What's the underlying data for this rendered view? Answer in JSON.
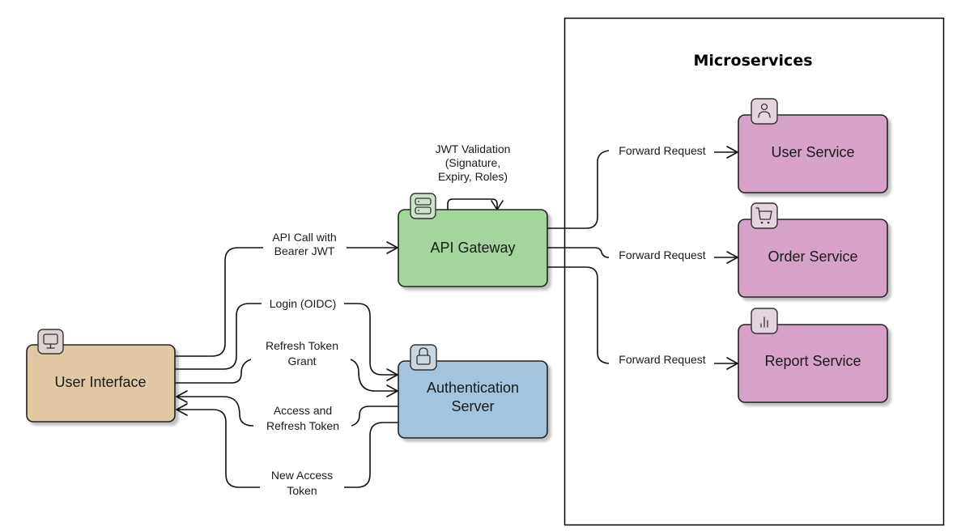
{
  "group": {
    "title": "Microservices"
  },
  "nodes": {
    "user_interface": {
      "label": "User Interface",
      "icon": "monitor-icon",
      "color": "#dfc8a3",
      "tab_color": "#ddd2d0"
    },
    "api_gateway": {
      "label": "API Gateway",
      "icon": "server-icon",
      "color": "#a3d59c",
      "tab_color": "#cfe2cb"
    },
    "auth_server": {
      "label_line1": "Authentication",
      "label_line2": "Server",
      "icon": "lock-icon",
      "color": "#a3c4dc",
      "tab_color": "#cbd8e2"
    },
    "user_service": {
      "label": "User Service",
      "icon": "user-icon",
      "color": "#d7a2c8",
      "tab_color": "#e6d3e0"
    },
    "order_service": {
      "label": "Order Service",
      "icon": "cart-icon",
      "color": "#d7a2c8",
      "tab_color": "#e6d3e0"
    },
    "report_service": {
      "label": "Report Service",
      "icon": "bar-chart-icon",
      "color": "#d7a2c8",
      "tab_color": "#e6d3e0"
    }
  },
  "edges": {
    "api_call": {
      "line1": "API Call with",
      "line2": "Bearer JWT"
    },
    "login": {
      "line1": "Login (OIDC)"
    },
    "refresh_grant": {
      "line1": "Refresh Token",
      "line2": "Grant"
    },
    "access_refresh": {
      "line1": "Access and",
      "line2": "Refresh Token"
    },
    "new_access": {
      "line1": "New Access",
      "line2": "Token"
    },
    "jwt_validation": {
      "line1": "JWT Validation",
      "line2": "(Signature,",
      "line3": "Expiry, Roles)"
    },
    "forward_user": {
      "line1": "Forward Request"
    },
    "forward_order": {
      "line1": "Forward Request"
    },
    "forward_report": {
      "line1": "Forward Request"
    }
  }
}
